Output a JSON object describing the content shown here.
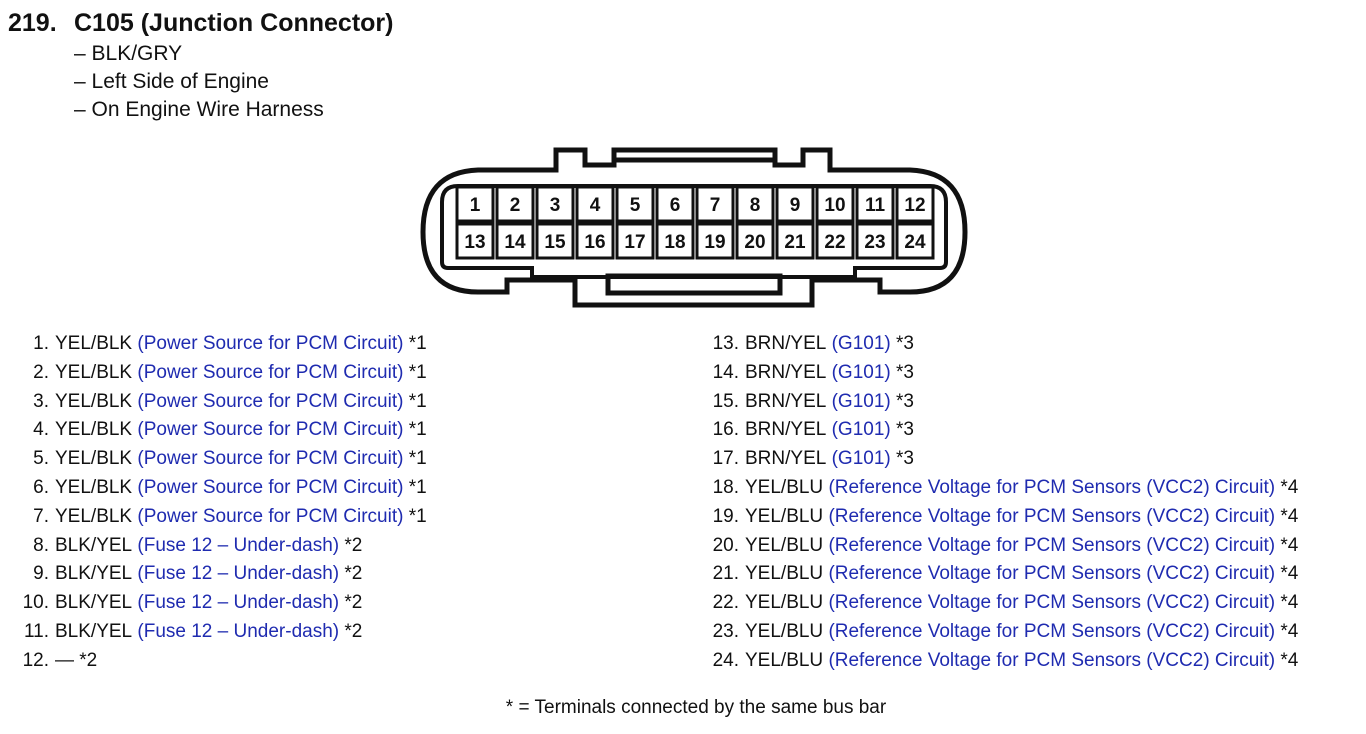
{
  "header": {
    "number": "219.",
    "title": "C105 (Junction Connector)",
    "details": [
      "– BLK/GRY",
      "– Left Side of Engine",
      "– On Engine Wire Harness"
    ]
  },
  "connector": {
    "top_row": [
      "1",
      "2",
      "3",
      "4",
      "5",
      "6",
      "7",
      "8",
      "9",
      "10",
      "11",
      "12"
    ],
    "bottom_row": [
      "13",
      "14",
      "15",
      "16",
      "17",
      "18",
      "19",
      "20",
      "21",
      "22",
      "23",
      "24"
    ]
  },
  "terminals_left": [
    {
      "num": "1.",
      "wire": "YEL/BLK",
      "desc": "(Power Source for PCM Circuit)",
      "note": "*1"
    },
    {
      "num": "2.",
      "wire": "YEL/BLK",
      "desc": "(Power Source for PCM Circuit)",
      "note": "*1"
    },
    {
      "num": "3.",
      "wire": "YEL/BLK",
      "desc": "(Power Source for PCM Circuit)",
      "note": "*1"
    },
    {
      "num": "4.",
      "wire": "YEL/BLK",
      "desc": "(Power Source for PCM Circuit)",
      "note": "*1"
    },
    {
      "num": "5.",
      "wire": "YEL/BLK",
      "desc": "(Power Source for PCM Circuit)",
      "note": "*1"
    },
    {
      "num": "6.",
      "wire": "YEL/BLK",
      "desc": "(Power Source for PCM Circuit)",
      "note": "*1"
    },
    {
      "num": "7.",
      "wire": "YEL/BLK",
      "desc": "(Power Source for PCM Circuit)",
      "note": "*1"
    },
    {
      "num": "8.",
      "wire": "BLK/YEL",
      "desc": "(Fuse 12 – Under-dash)",
      "note": "*2"
    },
    {
      "num": "9.",
      "wire": "BLK/YEL",
      "desc": "(Fuse 12 – Under-dash)",
      "note": "*2"
    },
    {
      "num": "10.",
      "wire": "BLK/YEL",
      "desc": "(Fuse 12 – Under-dash)",
      "note": "*2"
    },
    {
      "num": "11.",
      "wire": "BLK/YEL",
      "desc": "(Fuse 12 – Under-dash)",
      "note": "*2"
    },
    {
      "num": "12.",
      "wire": "—",
      "desc": "",
      "note": "*2"
    }
  ],
  "terminals_right": [
    {
      "num": "13.",
      "wire": "BRN/YEL",
      "desc": "(G101)",
      "note": "*3"
    },
    {
      "num": "14.",
      "wire": "BRN/YEL",
      "desc": "(G101)",
      "note": "*3"
    },
    {
      "num": "15.",
      "wire": "BRN/YEL",
      "desc": "(G101)",
      "note": "*3"
    },
    {
      "num": "16.",
      "wire": "BRN/YEL",
      "desc": "(G101)",
      "note": "*3"
    },
    {
      "num": "17.",
      "wire": "BRN/YEL",
      "desc": "(G101)",
      "note": "*3"
    },
    {
      "num": "18.",
      "wire": "YEL/BLU",
      "desc": "(Reference Voltage for PCM Sensors (VCC2) Circuit)",
      "note": "*4"
    },
    {
      "num": "19.",
      "wire": "YEL/BLU",
      "desc": "(Reference Voltage for PCM Sensors (VCC2) Circuit)",
      "note": "*4"
    },
    {
      "num": "20.",
      "wire": "YEL/BLU",
      "desc": "(Reference Voltage for PCM Sensors (VCC2) Circuit)",
      "note": "*4"
    },
    {
      "num": "21.",
      "wire": "YEL/BLU",
      "desc": "(Reference Voltage for PCM Sensors (VCC2) Circuit)",
      "note": "*4"
    },
    {
      "num": "22.",
      "wire": "YEL/BLU",
      "desc": "(Reference Voltage for PCM Sensors (VCC2) Circuit)",
      "note": "*4"
    },
    {
      "num": "23.",
      "wire": "YEL/BLU",
      "desc": "(Reference Voltage for PCM Sensors (VCC2) Circuit)",
      "note": "*4"
    },
    {
      "num": "24.",
      "wire": "YEL/BLU",
      "desc": "(Reference Voltage for PCM Sensors (VCC2) Circuit)",
      "note": "*4"
    }
  ],
  "footnote": "* = Terminals connected by the same bus bar",
  "colors": {
    "description_text": "#1f2bb0",
    "text": "#111111"
  }
}
